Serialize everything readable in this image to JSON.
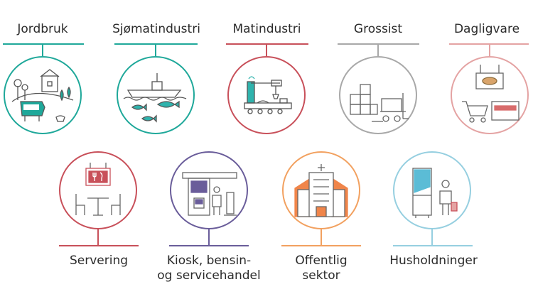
{
  "sectors": [
    {
      "label": "Jordbruk",
      "color": "#1fa89a",
      "accent": "#1fa89a",
      "icon": "farm-icon"
    },
    {
      "label": "Sjømatindustri",
      "color": "#1fa89a",
      "accent": "#1fa89a",
      "icon": "fishing-boat-icon"
    },
    {
      "label": "Matindustri",
      "color": "#c8505a",
      "accent": "#2fb3ad",
      "icon": "factory-robot-icon"
    },
    {
      "label": "Grossist",
      "color": "#a8a8a8",
      "accent": "#a8a8a8",
      "icon": "warehouse-forklift-icon"
    },
    {
      "label": "Dagligvare",
      "color": "#e4a3a3",
      "accent": "#d86b6b",
      "icon": "grocery-store-icon"
    },
    {
      "label": "Servering",
      "color": "#c8505a",
      "accent": "#c8505a",
      "icon": "restaurant-icon"
    },
    {
      "label": "Kiosk, bensin-",
      "label2": "og servicehandel",
      "color": "#6a5d9a",
      "accent": "#6a5d9a",
      "icon": "gas-station-icon"
    },
    {
      "label": "Offentlig",
      "label2": "sektor",
      "color": "#f2a160",
      "accent": "#f0854a",
      "icon": "hospital-icon"
    },
    {
      "label": "Husholdninger",
      "color": "#96cfe0",
      "accent": "#5bbcd6",
      "icon": "household-fridge-icon"
    }
  ]
}
